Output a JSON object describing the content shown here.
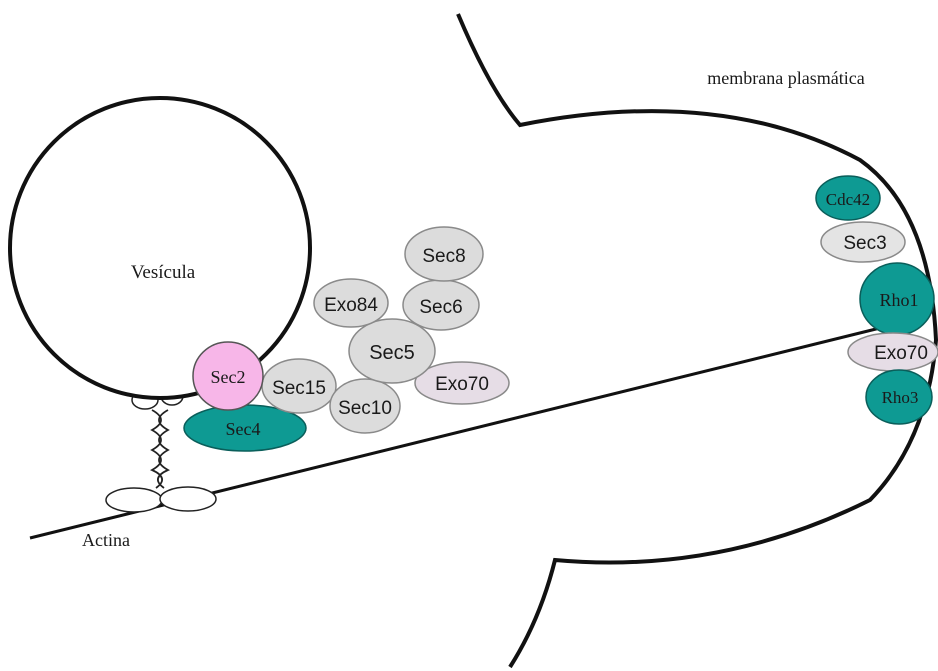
{
  "labels": {
    "membrane": "membrana plasmática",
    "vesicle": "Vesícula",
    "actin": "Actina"
  },
  "proteins": {
    "sec2": "Sec2",
    "sec4": "Sec4",
    "sec15": "Sec15",
    "sec10": "Sec10",
    "sec5": "Sec5",
    "exo84": "Exo84",
    "sec6": "Sec6",
    "sec8": "Sec8",
    "exo70_cluster": "Exo70",
    "cdc42": "Cdc42",
    "sec3": "Sec3",
    "rho1": "Rho1",
    "exo70_membrane": "Exo70",
    "rho3": "Rho3"
  },
  "colors": {
    "teal": "#0e9a93",
    "grey": "#dcdcdc",
    "pink": "#f7b6e8",
    "lavender": "#e6dde6",
    "outline": "#111111"
  }
}
